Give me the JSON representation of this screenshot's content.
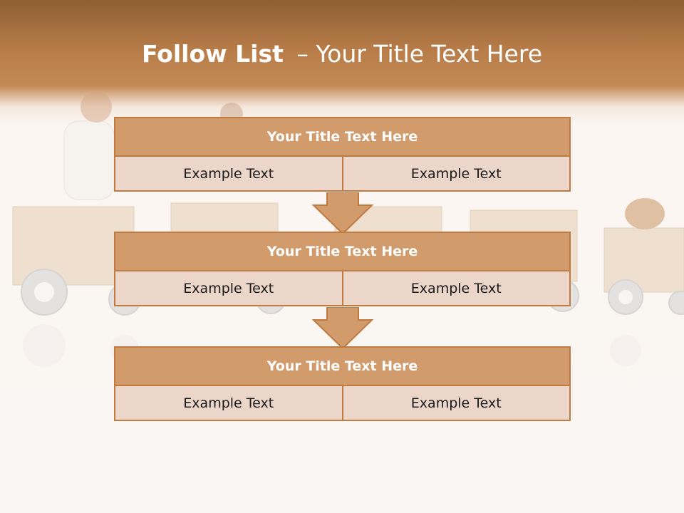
{
  "title": {
    "bold": "Follow List",
    "rest": "– Your Title Text Here"
  },
  "blocks": [
    {
      "heading": "Your Title Text Here",
      "cells": [
        "Example Text",
        "Example Text"
      ]
    },
    {
      "heading": "Your Title Text Here",
      "cells": [
        "Example Text",
        "Example Text"
      ]
    },
    {
      "heading": "Your Title Text Here",
      "cells": [
        "Example Text",
        "Example Text"
      ]
    }
  ],
  "colors": {
    "header_top": "#8e5f34",
    "header_mid": "#c48a55",
    "box_fill": "#d29b6c",
    "box_border": "#bf7b42",
    "cell_fill": "#ecd6c9"
  }
}
